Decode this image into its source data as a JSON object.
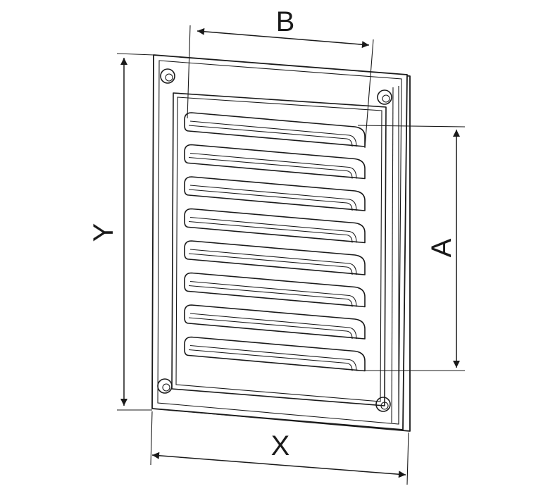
{
  "dimensions": {
    "width_label": "B",
    "height_label_left": "Y",
    "height_label_right": "A",
    "bottom_label": "X"
  },
  "grille": {
    "louver_count": 8,
    "screw_hole_count": 4
  },
  "colors": {
    "line": "#1a1a1a",
    "background": "#ffffff"
  }
}
